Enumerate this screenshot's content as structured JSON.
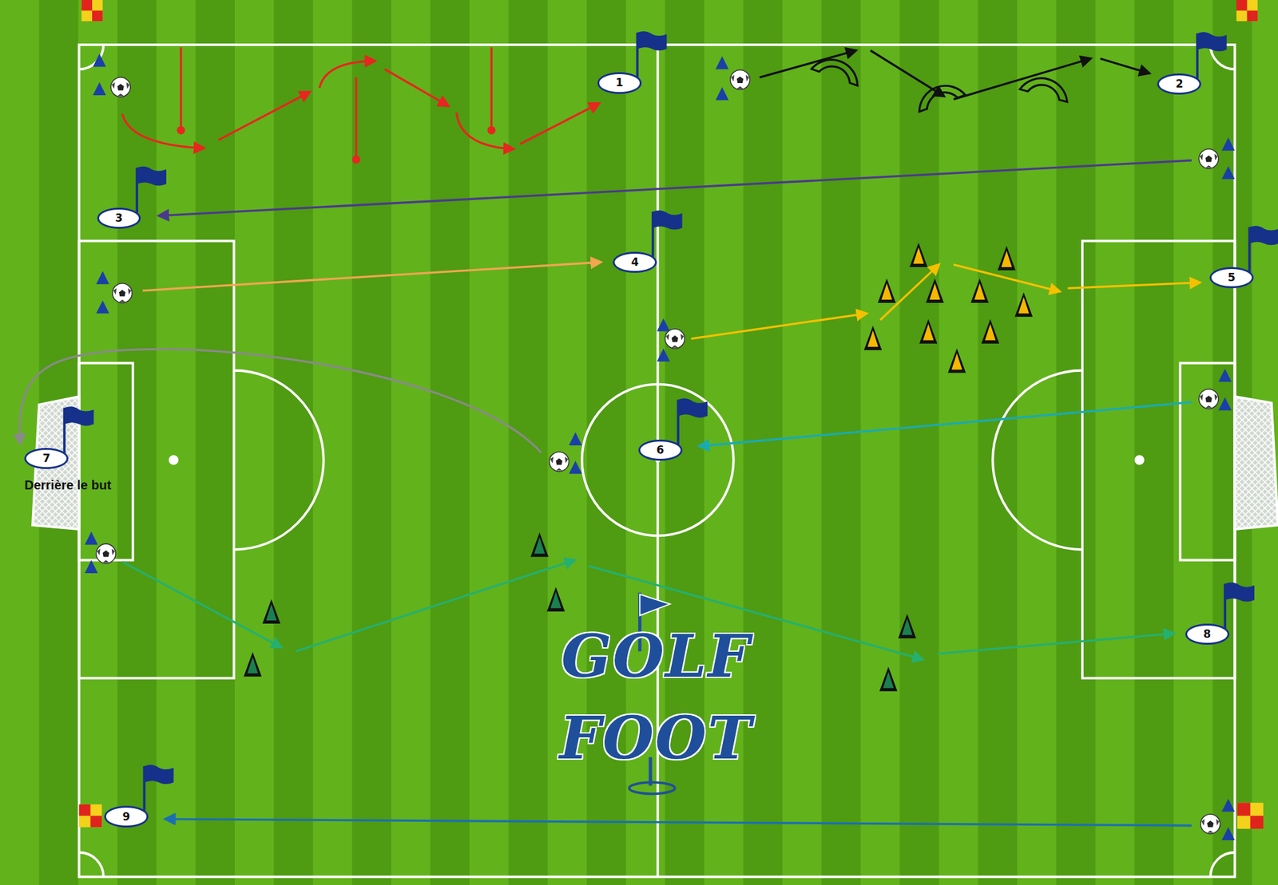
{
  "diagram": {
    "nodes": [
      {
        "text": [
          "1"
        ]
      },
      {
        "text": [
          "2"
        ]
      },
      {
        "text": [
          "3"
        ]
      },
      {
        "text": [
          "4"
        ]
      },
      {
        "text": [
          "5"
        ]
      },
      {
        "text": [
          "6"
        ]
      },
      {
        "text": [
          "7"
        ]
      },
      {
        "text": [
          "8"
        ]
      },
      {
        "text": [
          "9"
        ]
      }
    ],
    "labels": [
      "Derrière le but",
      "GOLF",
      "FOOT"
    ]
  }
}
